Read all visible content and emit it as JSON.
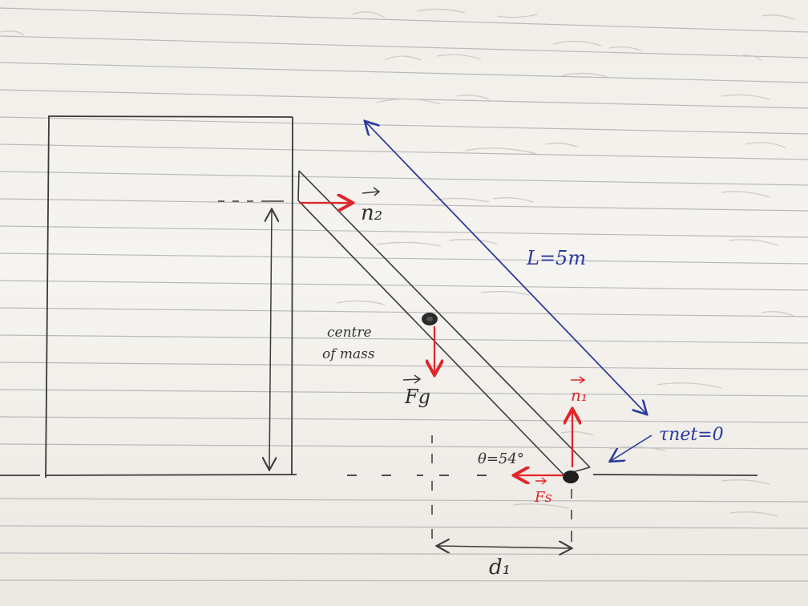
{
  "labels": {
    "normal_force_wall": "n₂",
    "length": "L=5m",
    "centre_of_mass_line1": "centre",
    "centre_of_mass_line2": "of mass",
    "gravity_force": "Fg",
    "normal_force_ground": "n₁",
    "angle": "θ=54°",
    "friction_force": "Fs",
    "net_torque": "τnet=0",
    "distance": "d₁"
  },
  "colors": {
    "paper": "#f4f1ec",
    "rule_line": "#b9b9bd",
    "pencil": "#3a3a3a",
    "red_pen": "#e0262b",
    "blue_pen": "#2b3a9c"
  }
}
